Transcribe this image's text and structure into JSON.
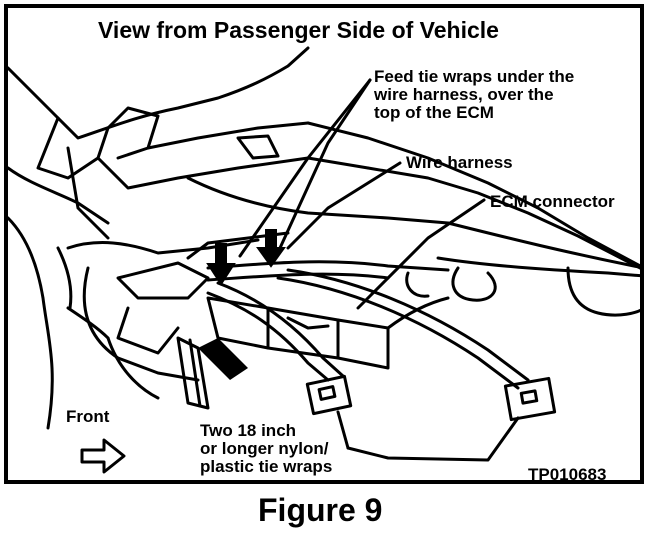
{
  "title": "View from Passenger Side of Vehicle",
  "callouts": {
    "feed_note_lines": [
      "Feed tie wraps under the",
      "wire harness, over the",
      "top of the ECM"
    ],
    "wire_harness": "Wire harness",
    "ecm_connector": "ECM connector",
    "tie_wrap_lines": [
      "Two 18 inch",
      "or longer nylon/",
      "plastic tie wraps"
    ],
    "front": "Front"
  },
  "figure_code": "TP010683",
  "caption": "Figure 9",
  "icons": [
    "front-direction-arrow-icon",
    "down-arrow-icon"
  ]
}
